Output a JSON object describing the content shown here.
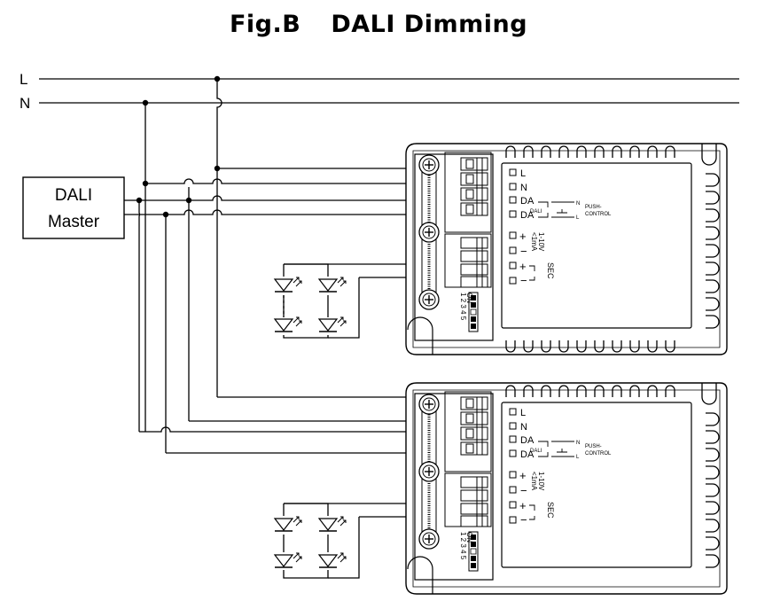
{
  "figure": {
    "title_left": "Fig.B",
    "title_right": "DALI Dimming"
  },
  "mains": {
    "line_label": "L",
    "neutral_label": "N"
  },
  "master": {
    "line1": "DALI",
    "line2": "Master"
  },
  "driver": {
    "terminals": [
      "L",
      "N",
      "DA",
      "DA"
    ],
    "push_n": "N",
    "push_l": "L",
    "push_label_1": "PUSH-",
    "push_label_2": "CONTROL",
    "dali_label": "DALI",
    "analog_label_1": "1-10V",
    "analog_label_2": "<1mA",
    "plus": "+",
    "minus": "−",
    "sec_label": "SEC",
    "dip_on": "ON",
    "dip_numbers": "1 2 3 4 5"
  },
  "drivers": [
    "driver-1",
    "driver-2"
  ]
}
